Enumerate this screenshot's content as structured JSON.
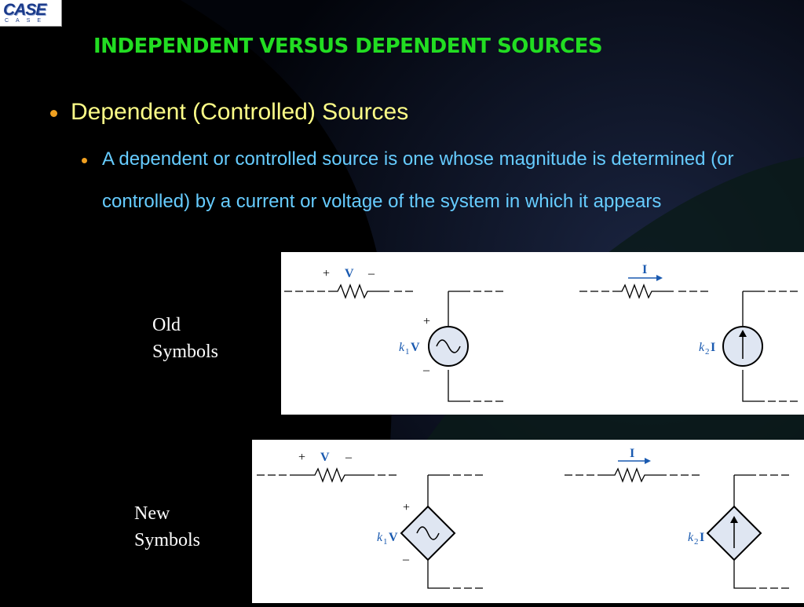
{
  "logo": {
    "main": "CASE",
    "sub": "CASE"
  },
  "title": "INDEPENDENT VERSUS DEPENDENT SOURCES",
  "bullet_level1": "Dependent (Controlled) Sources",
  "bullet_level2": "A dependent or controlled source is one whose magnitude is determined (or controlled) by a  current or voltage of the system in which it appears",
  "labels": {
    "old_line1": "Old",
    "old_line2": "Symbols",
    "new_line1": "New",
    "new_line2": "Symbols"
  },
  "circuit": {
    "plus": "+",
    "minus": "–",
    "voltage": "V",
    "current": "I",
    "k1": "k",
    "sub1": "1",
    "k2": "k",
    "sub2": "2"
  },
  "colors": {
    "title": "#22dd22",
    "bullet1": "#ffff88",
    "bullet2": "#66ccff",
    "bullet_dot": "#f0a020",
    "circuit_label": "#1a5ab0",
    "source_fill": "#dfe6f2"
  }
}
